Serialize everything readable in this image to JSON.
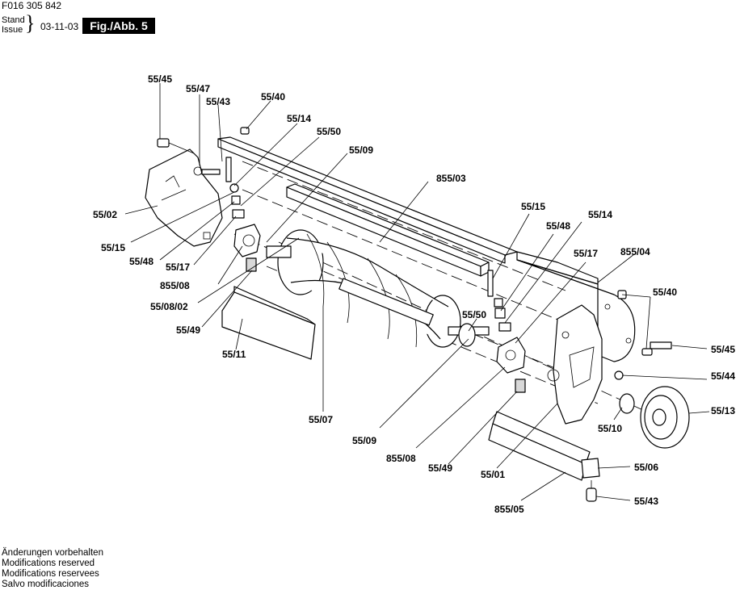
{
  "header": {
    "doc_number": "F016 305 842",
    "stand_label": "Stand",
    "issue_label": "Issue",
    "date": "03-11-03",
    "figure_label": "Fig./Abb. 5"
  },
  "footer": {
    "lines": [
      "Änderungen vorbehalten",
      "Modifications reserved",
      "Modifications reservees",
      "Salvo modificaciones"
    ]
  },
  "labels": {
    "l_55_45_top": "55/45",
    "l_55_47": "55/47",
    "l_55_43_top": "55/43",
    "l_55_40_top": "55/40",
    "l_55_14_top": "55/14",
    "l_55_50_top": "55/50",
    "l_55_09_top": "55/09",
    "l_855_03": "855/03",
    "l_55_02": "55/02",
    "l_55_15_left": "55/15",
    "l_55_48_left": "55/48",
    "l_55_17_left": "55/17",
    "l_855_08_left": "855/08",
    "l_55_08_02": "55/08/02",
    "l_55_49_left": "55/49",
    "l_55_11": "55/11",
    "l_55_07": "55/07",
    "l_55_15_right": "55/15",
    "l_55_48_right": "55/48",
    "l_55_14_right": "55/14",
    "l_55_17_right": "55/17",
    "l_855_04": "855/04",
    "l_55_40_right": "55/40",
    "l_55_50_mid": "55/50",
    "l_55_45_right": "55/45",
    "l_55_44": "55/44",
    "l_55_13": "55/13",
    "l_55_10": "55/10",
    "l_55_09_bottom": "55/09",
    "l_855_08_bottom": "855/08",
    "l_55_49_bottom": "55/49",
    "l_55_01": "55/01",
    "l_55_06": "55/06",
    "l_855_05": "855/05",
    "l_55_43_bottom": "55/43"
  }
}
